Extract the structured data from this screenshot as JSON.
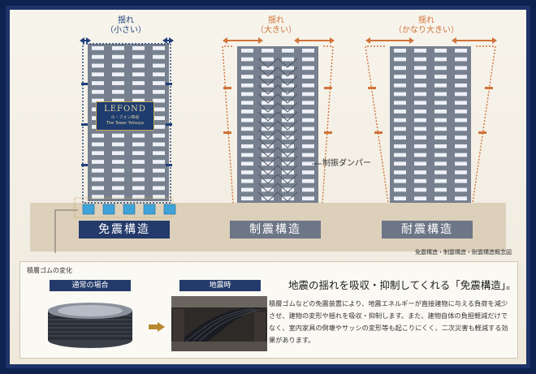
{
  "colors": {
    "navy": "#243a6a",
    "gray": "#6d7686",
    "orange": "#d0733a",
    "ground": "#dcd0bb",
    "building": "#77808f",
    "window": "#eef1f7"
  },
  "buildings": [
    {
      "sway_line1": "揺れ",
      "sway_line2": "（小さい）",
      "structure": "免震構造"
    },
    {
      "sway_line1": "揺れ",
      "sway_line2": "（大きい）",
      "structure": "制震構造"
    },
    {
      "sway_line1": "揺れ",
      "sway_line2": "（かなり大きい）",
      "structure": "耐震構造"
    }
  ],
  "sign": {
    "brand": "LEFOND",
    "subtitle": "ル・フォン四谷",
    "subtitle2": "The Tower Yotsuya"
  },
  "damper_label": "制振ダンパー",
  "caption": "免震構造・制震構造・耐震構造概念図",
  "rubber": {
    "title": "積層ゴムの変化",
    "normal_label": "通常の場合",
    "quake_label": "地震時"
  },
  "headline": "地震の揺れを吸収・抑制してくれる「免震構造」。",
  "body": "積層ゴムなどの免震装置により、地震エネルギーが直接建物に与える負荷を減少させ、建物の変形や揺れを吸収・抑制します。また、建物自体の負担軽減だけでなく、室内家具の倒壊やサッシの変形等も起こりにくく、二次災害も軽減する効果があります。"
}
